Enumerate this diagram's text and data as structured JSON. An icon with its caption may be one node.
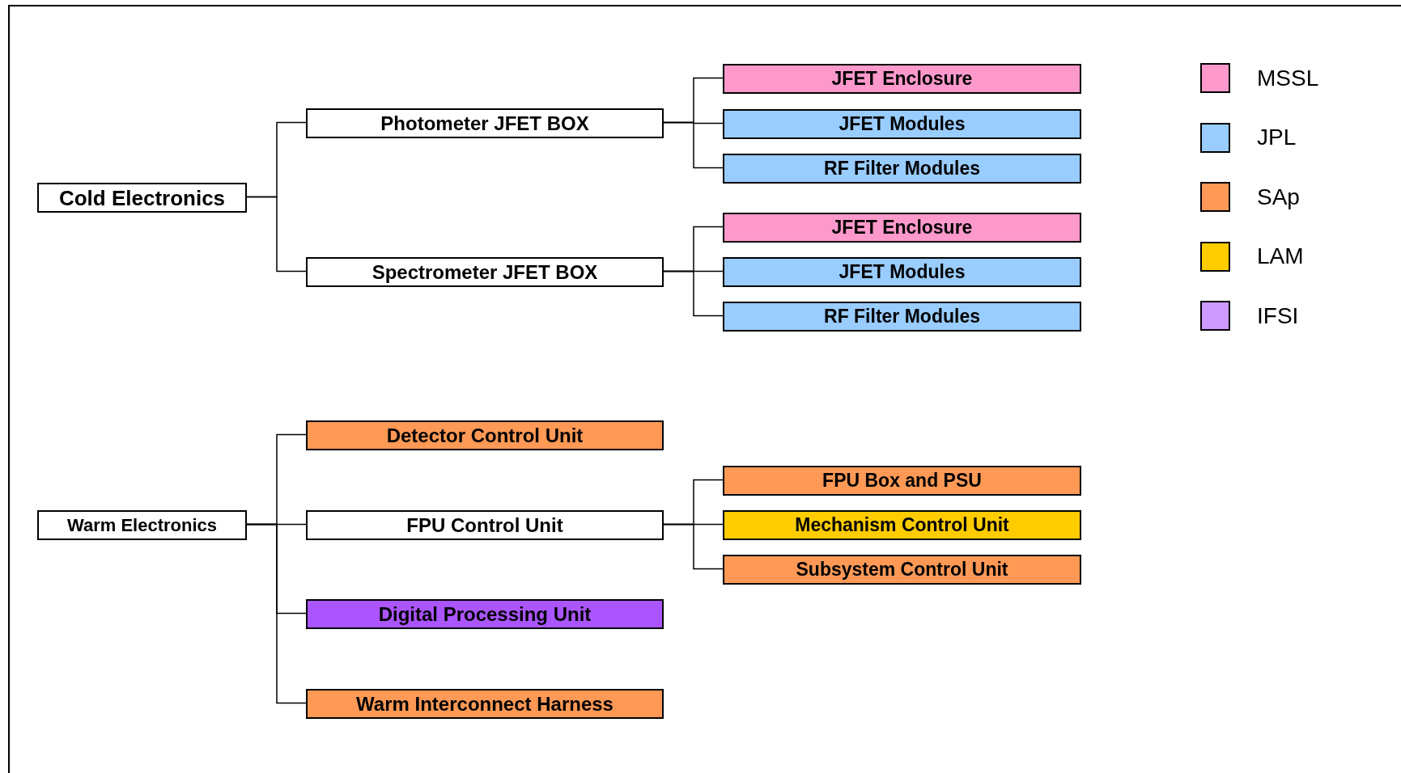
{
  "diagram": {
    "nodes": [
      {
        "text": [
          "Cold Electronics"
        ]
      },
      {
        "text": [
          "Photometer JFET BOX"
        ]
      },
      {
        "text": [
          "JFET Enclosure"
        ]
      },
      {
        "text": [
          "JFET Modules"
        ]
      },
      {
        "text": [
          "RF Filter Modules"
        ]
      },
      {
        "text": [
          "Spectrometer JFET BOX"
        ]
      },
      {
        "text": [
          "JFET Enclosure"
        ]
      },
      {
        "text": [
          "JFET Modules"
        ]
      },
      {
        "text": [
          "RF Filter Modules"
        ]
      },
      {
        "text": [
          "Warm Electronics"
        ]
      },
      {
        "text": [
          "Detector Control Unit"
        ]
      },
      {
        "text": [
          "FPU Control Unit"
        ]
      },
      {
        "text": [
          "FPU Box and PSU"
        ]
      },
      {
        "text": [
          "Mechanism Control Unit"
        ]
      },
      {
        "text": [
          "Subsystem Control Unit"
        ]
      },
      {
        "text": [
          "Digital Processing Unit"
        ]
      },
      {
        "text": [
          "Warm Interconnect Harness"
        ]
      }
    ],
    "edges": [
      {
        "from": 0,
        "to": 1,
        "arrow": "none"
      },
      {
        "from": 0,
        "to": 5,
        "arrow": "none"
      },
      {
        "from": 1,
        "to": 2,
        "arrow": "none"
      },
      {
        "from": 1,
        "to": 3,
        "arrow": "none"
      },
      {
        "from": 1,
        "to": 4,
        "arrow": "none"
      },
      {
        "from": 5,
        "to": 6,
        "arrow": "none"
      },
      {
        "from": 5,
        "to": 7,
        "arrow": "none"
      },
      {
        "from": 5,
        "to": 8,
        "arrow": "none"
      },
      {
        "from": 9,
        "to": 10,
        "arrow": "none"
      },
      {
        "from": 9,
        "to": 11,
        "arrow": "none"
      },
      {
        "from": 9,
        "to": 15,
        "arrow": "none"
      },
      {
        "from": 9,
        "to": 16,
        "arrow": "none"
      },
      {
        "from": 11,
        "to": 12,
        "arrow": "none"
      },
      {
        "from": 11,
        "to": 13,
        "arrow": "none"
      },
      {
        "from": 11,
        "to": 14,
        "arrow": "none"
      }
    ],
    "legend": [
      {
        "text": "MSSL",
        "color": "#ff99cc"
      },
      {
        "text": "JPL",
        "color": "#99ccff"
      },
      {
        "text": "SAp",
        "color": "#ff9955"
      },
      {
        "text": "LAM",
        "color": "#ffcc00"
      },
      {
        "text": "IFSI",
        "color": "#cc99ff"
      }
    ]
  }
}
